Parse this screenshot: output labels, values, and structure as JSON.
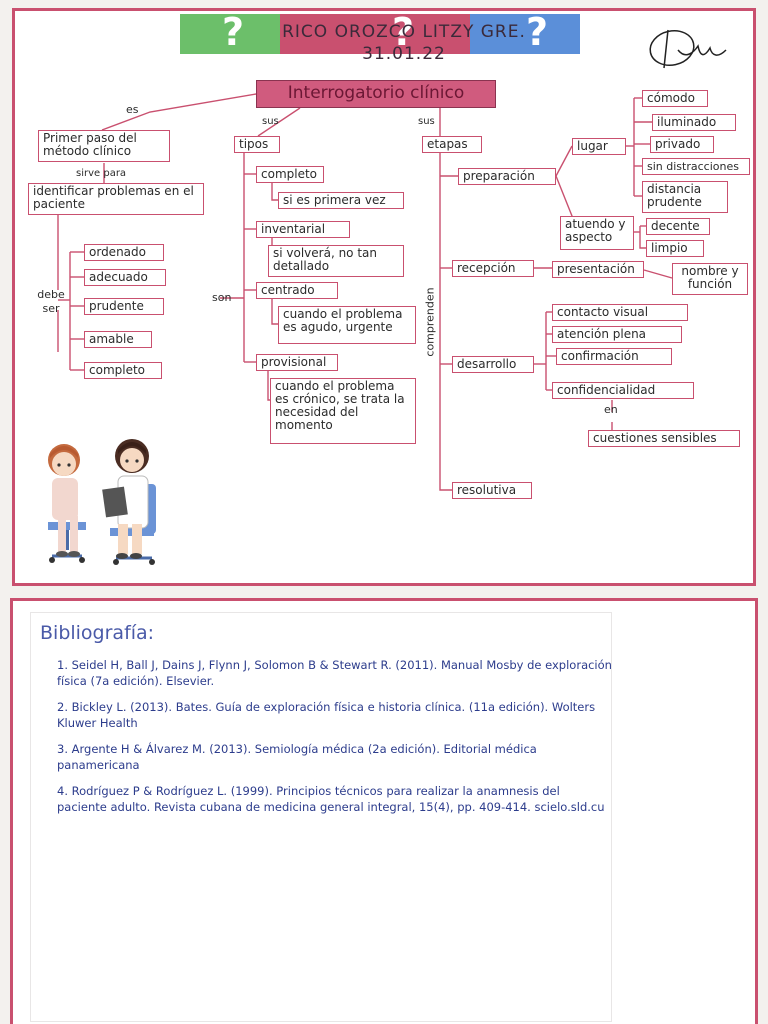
{
  "header": {
    "name": "RICO OROZCO LITZY GRE.",
    "date": "31.01.22",
    "question_mark": "?",
    "banner_colors": [
      "#6cbf6a",
      "#c9506f",
      "#5b8fd9"
    ]
  },
  "map": {
    "title": "Interrogatorio clínico",
    "labels": {
      "es": "es",
      "sirve_para": "sirve para",
      "debe_ser": "debe ser",
      "sus_tipos": "sus",
      "son": "son",
      "sus_etapas": "sus",
      "comprenden": "comprenden",
      "en": "en"
    },
    "definition": {
      "primer_paso": "Primer paso del método clínico",
      "identificar": "identificar problemas en el paciente"
    },
    "debe_ser_items": [
      "ordenado",
      "adecuado",
      "prudente",
      "amable",
      "completo"
    ],
    "tipos": {
      "header": "tipos",
      "items": [
        {
          "name": "completo",
          "desc": "si es primera vez"
        },
        {
          "name": "inventarial",
          "desc": "si volverá, no tan detallado"
        },
        {
          "name": "centrado",
          "desc": "cuando el problema es agudo, urgente"
        },
        {
          "name": "provisional",
          "desc": "cuando el problema es crónico, se trata la necesidad del momento"
        }
      ]
    },
    "etapas": {
      "header": "etapas",
      "preparacion": "preparación",
      "lugar": "lugar",
      "lugar_items": [
        "cómodo",
        "iluminado",
        "privado",
        "sin distracciones",
        "distancia prudente"
      ],
      "atuendo": "atuendo y aspecto",
      "atuendo_items": [
        "decente",
        "limpio"
      ],
      "recepcion": "recepción",
      "presentacion": "presentación",
      "nombre_funcion": "nombre y función",
      "desarrollo": "desarrollo",
      "desarrollo_items": [
        "contacto visual",
        "atención plena",
        "confirmación",
        "confidencialidad"
      ],
      "cuestiones": "cuestiones sensibles",
      "resolutiva": "resolutiva"
    },
    "line_color": "#c9506f"
  },
  "bibliography": {
    "title": "Bibliografía:",
    "refs": [
      "1. Seidel H, Ball J, Dains J, Flynn J, Solomon B & Stewart R. (2011). Manual Mosby de exploración física (7a edición). Elsevier.",
      "2. Bickley L. (2013). Bates. Guía de exploración física e historia clínica. (11a edición). Wolters Kluwer Health",
      "3. Argente H & Álvarez M. (2013). Semiología médica (2a edición). Editorial médica panamericana",
      "4. Rodríguez P & Rodríguez L. (1999). Principios técnicos para realizar la anamnesis del paciente adulto. Revista cubana de medicina general integral, 15(4), pp. 409-414. scielo.sld.cu"
    ]
  }
}
